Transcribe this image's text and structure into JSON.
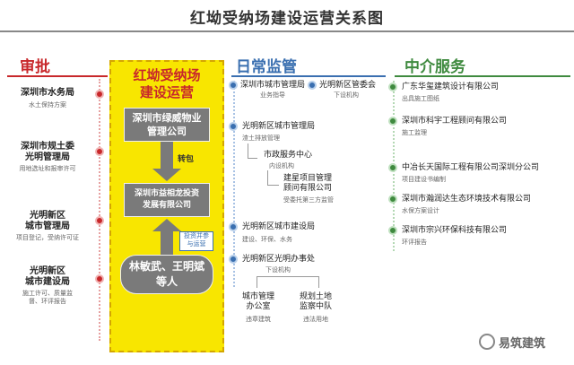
{
  "title": "红坳受纳场建设运营关系图",
  "columns": {
    "approval": "审批",
    "supervision": "日常监管",
    "intermediary": "中介服务"
  },
  "approval_items": [
    {
      "name": "深圳市水务局",
      "desc": "水土保持方案"
    },
    {
      "name": "深圳市规土委\n光明管理局",
      "desc": "用地选址和报审许可"
    },
    {
      "name": "光明新区\n城市管理局",
      "desc": "项目登记，受纳许可证"
    },
    {
      "name": "光明新区\n城市建设局",
      "desc": "施工许可、质量监\n督、环评报告"
    }
  ],
  "center": {
    "title": "红坳受纳场\n建设运营",
    "box1": "深圳市绿威物业\n管理公司",
    "subcontract": "转包",
    "box2": "深圳市益相龙投资\n发展有限公司",
    "invest_label": "投资并参\n与运营",
    "box3": "林敏武、王明斌\n等人"
  },
  "supervision": {
    "city_bureau": "深圳市城市管理局",
    "city_bureau_desc": "业务指导",
    "new_district_committee": "光明新区管委会",
    "new_district_committee_desc": "下设机构",
    "district_city_bureau": "光明新区城市管理局",
    "district_city_bureau_desc": "渣土排放管理",
    "municipal_center": "市政服务中心",
    "municipal_center_desc": "内设机构",
    "construction_consult": "建星项目管理\n顾问有限公司",
    "construction_consult_desc": "受委托第三方监管",
    "district_construction_bureau": "光明新区城市建设局",
    "district_construction_bureau_desc": "建设、环保、水务",
    "guangming_office": "光明新区光明办事处",
    "guangming_office_desc": "下设机构",
    "urban_office": "城市管理\n办公室",
    "urban_office_desc": "违章建筑",
    "planning_team": "规划土地\n监察中队",
    "planning_team_desc": "违法用地"
  },
  "intermediary_items": [
    {
      "name": "广东华玺建筑设计有限公司",
      "desc": "出具施工图纸"
    },
    {
      "name": "深圳市科宇工程顾问有限公司",
      "desc": "施工监理"
    },
    {
      "name": "中冶长天国际工程有限公司深圳分公司",
      "desc": "项目建设书编制"
    },
    {
      "name": "深圳市瀚润达生态环境技术有限公司",
      "desc": "水保方案设计"
    },
    {
      "name": "深圳市宗兴环保科技有限公司",
      "desc": "环评报告"
    }
  ],
  "watermark": "易筑建筑",
  "colors": {
    "approval": "#c8282b",
    "supervision": "#3a6fb0",
    "intermediary": "#3f8a3f",
    "center_bg": "#f8e600"
  }
}
